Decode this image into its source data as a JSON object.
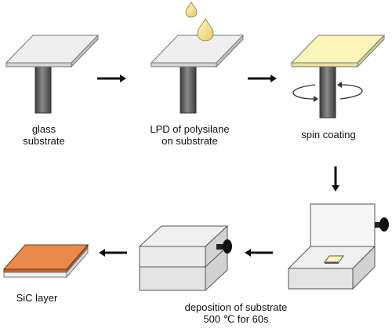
{
  "steps": {
    "glass": {
      "line1": "glass",
      "line2": "substrate"
    },
    "lpd": {
      "line1": "LPD of polysilane",
      "line2": "on substrate"
    },
    "spin": {
      "line1": "spin coating"
    },
    "deposition": {
      "line1": "deposition of substrate",
      "line2": "500 ℃ for 60s"
    },
    "sic": {
      "line1": "SiC layer"
    }
  },
  "colors": {
    "plate_top": "#efefef",
    "plate_edge": "#d5d5d5",
    "pillar": "#555555",
    "droplet": "#f6e79a",
    "coating": "#fbf5b8",
    "sic_layer": "#e98a4d",
    "arrow": "#111111"
  }
}
